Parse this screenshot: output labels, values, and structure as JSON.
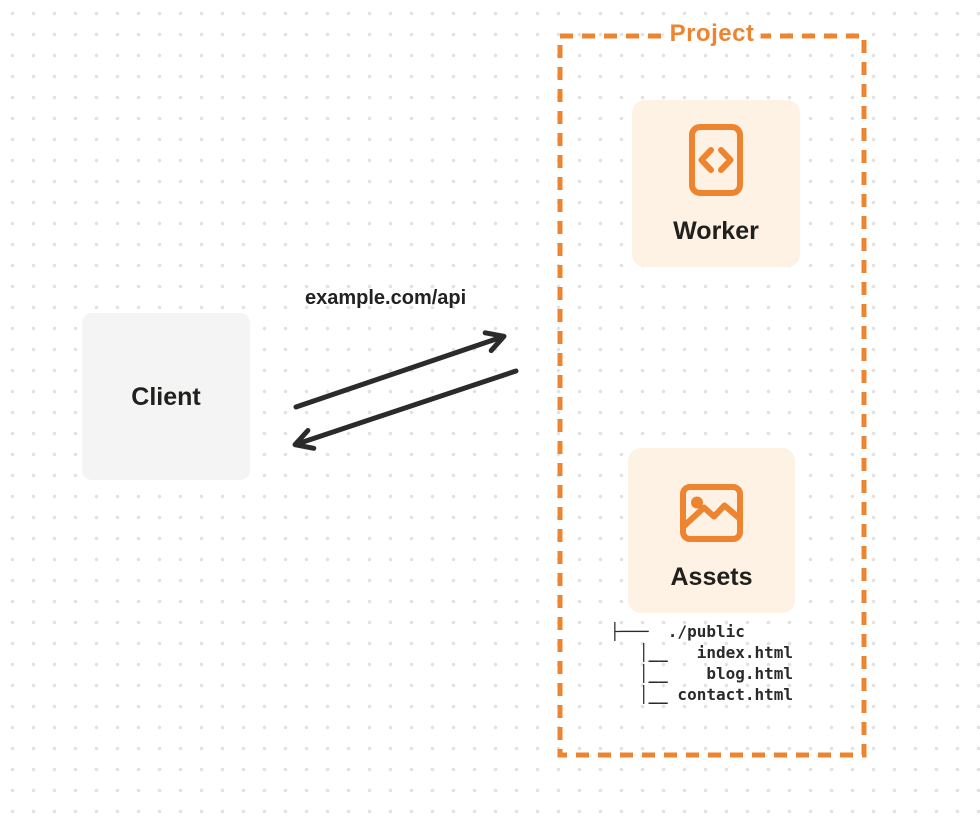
{
  "diagram": {
    "project": {
      "label": "Project"
    },
    "nodes": {
      "worker": {
        "label": "Worker",
        "icon": "code-file-icon"
      },
      "assets": {
        "label": "Assets",
        "icon": "image-icon"
      },
      "client": {
        "label": "Client"
      }
    },
    "connection": {
      "label": "example.com/api",
      "bidirectional": true
    },
    "file_tree": {
      "lines": [
        "├───  ./public",
        "   │__   index.html",
        "   │__    blog.html",
        "   │__ contact.html"
      ]
    },
    "colors": {
      "accent_orange": "#ee8430",
      "card_background": "#fdf2e3",
      "client_background": "#f4f4f5",
      "arrow_dark": "#2b2b2b",
      "text_dark": "#222222",
      "dot_grid": "#e2e2e2"
    }
  }
}
